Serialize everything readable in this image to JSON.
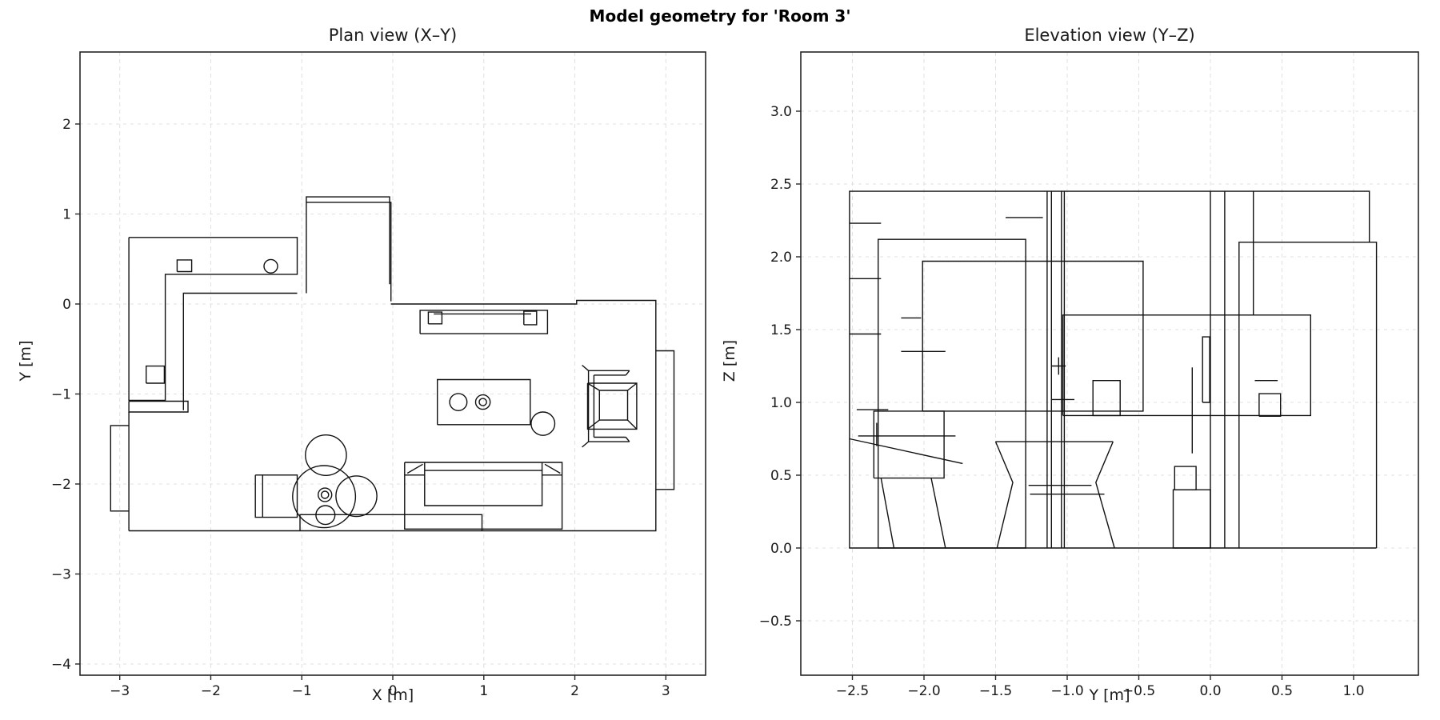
{
  "figure": {
    "suptitle": "Model geometry for 'Room 3'",
    "background": "#ffffff",
    "line_color": "#111111",
    "spine_color": "#262626",
    "grid_color": "#e0e0e0"
  },
  "chart_data": [
    {
      "type": "line",
      "title": "Plan view (X–Y)",
      "xlabel": "X [m]",
      "ylabel": "Y [m]",
      "xlim": [
        -3.44,
        3.44
      ],
      "ylim": [
        -4.12,
        2.8
      ],
      "grid": true,
      "legend": "none",
      "xticks": [
        -3,
        -2,
        -1,
        0,
        1,
        2,
        3
      ],
      "xtick_labels": [
        "−3",
        "−2",
        "−1",
        "0",
        "1",
        "2",
        "3"
      ],
      "yticks": [
        -4,
        -3,
        -2,
        -1,
        0,
        1,
        2
      ],
      "ytick_labels": [
        "−4",
        "−3",
        "−2",
        "−1",
        "0",
        "1",
        "2"
      ],
      "polylines": [
        [
          [
            -2.9,
            0.74
          ],
          [
            -1.05,
            0.74
          ],
          [
            -1.05,
            0.33
          ],
          [
            -2.5,
            0.33
          ],
          [
            -2.5,
            -1.07
          ],
          [
            -2.9,
            -1.07
          ],
          [
            -2.9,
            0.74
          ]
        ],
        [
          [
            -1.05,
            0.12
          ],
          [
            -2.3,
            0.12
          ],
          [
            -2.3,
            -1.18
          ]
        ],
        [
          [
            -2.9,
            -1.08
          ],
          [
            -2.25,
            -1.08
          ],
          [
            -2.25,
            -1.2
          ],
          [
            -2.9,
            -1.2
          ],
          [
            -2.9,
            -1.08
          ]
        ],
        [
          [
            -2.9,
            -1.2
          ],
          [
            -2.9,
            -2.52
          ]
        ],
        [
          [
            -2.9,
            -1.35
          ],
          [
            -3.1,
            -1.35
          ],
          [
            -3.1,
            -2.3
          ],
          [
            -2.9,
            -2.3
          ]
        ],
        [
          [
            -0.95,
            0.12
          ],
          [
            -0.95,
            1.19
          ],
          [
            -0.035,
            1.19
          ],
          [
            -0.035,
            0.22
          ]
        ],
        [
          [
            -0.95,
            1.13
          ],
          [
            -0.02,
            1.13
          ],
          [
            -0.02,
            0.03
          ]
        ],
        [
          [
            -0.02,
            0.0
          ],
          [
            2.02,
            0.0
          ],
          [
            2.02,
            0.04
          ],
          [
            2.89,
            0.04
          ],
          [
            2.89,
            -2.52
          ],
          [
            -2.9,
            -2.52
          ]
        ],
        [
          [
            2.89,
            -0.52
          ],
          [
            3.09,
            -0.52
          ],
          [
            3.09,
            -2.06
          ],
          [
            2.89,
            -2.06
          ]
        ],
        [
          [
            -1.02,
            -2.52
          ],
          [
            -1.02,
            -2.34
          ],
          [
            0.98,
            -2.34
          ],
          [
            0.98,
            -2.52
          ]
        ],
        [
          [
            0.3,
            -0.33
          ],
          [
            0.3,
            -0.07
          ],
          [
            1.7,
            -0.07
          ],
          [
            1.7,
            -0.33
          ],
          [
            0.3,
            -0.33
          ]
        ],
        [
          [
            0.39,
            -0.22
          ],
          [
            0.39,
            -0.09
          ],
          [
            0.54,
            -0.09
          ],
          [
            0.54,
            -0.22
          ],
          [
            0.39,
            -0.22
          ]
        ],
        [
          [
            1.44,
            -0.23
          ],
          [
            1.44,
            -0.08
          ],
          [
            1.58,
            -0.08
          ],
          [
            1.58,
            -0.23
          ],
          [
            1.44,
            -0.23
          ]
        ],
        [
          [
            0.45,
            -0.11
          ],
          [
            1.52,
            -0.11
          ]
        ],
        [
          [
            0.13,
            -1.76
          ],
          [
            1.86,
            -1.76
          ],
          [
            1.86,
            -2.5
          ],
          [
            0.13,
            -2.5
          ],
          [
            0.13,
            -1.76
          ]
        ],
        [
          [
            0.35,
            -1.85
          ],
          [
            1.64,
            -1.85
          ],
          [
            1.64,
            -2.24
          ],
          [
            0.35,
            -2.24
          ],
          [
            0.35,
            -1.85
          ]
        ],
        [
          [
            0.35,
            -1.76
          ],
          [
            0.35,
            -1.85
          ]
        ],
        [
          [
            1.64,
            -1.76
          ],
          [
            1.64,
            -1.85
          ]
        ],
        [
          [
            0.13,
            -1.9
          ],
          [
            0.35,
            -1.9
          ]
        ],
        [
          [
            1.64,
            -1.9
          ],
          [
            1.86,
            -1.9
          ]
        ],
        [
          [
            0.16,
            -1.88
          ],
          [
            0.33,
            -1.78
          ]
        ],
        [
          [
            1.67,
            -1.78
          ],
          [
            1.84,
            -1.88
          ]
        ],
        [
          [
            -1.51,
            -1.9
          ],
          [
            -1.05,
            -1.9
          ],
          [
            -1.05,
            -2.37
          ],
          [
            -1.51,
            -2.37
          ],
          [
            -1.51,
            -1.9
          ]
        ],
        [
          [
            -1.43,
            -1.9
          ],
          [
            -1.43,
            -2.37
          ]
        ],
        [
          [
            -2.37,
            0.36
          ],
          [
            -2.37,
            0.49
          ],
          [
            -2.21,
            0.49
          ],
          [
            -2.21,
            0.36
          ],
          [
            -2.37,
            0.36
          ]
        ],
        [
          [
            -2.71,
            -0.88
          ],
          [
            -2.71,
            -0.69
          ],
          [
            -2.51,
            -0.69
          ],
          [
            -2.51,
            -0.88
          ],
          [
            -2.71,
            -0.88
          ]
        ],
        [
          [
            0.49,
            -1.34
          ],
          [
            0.49,
            -0.84
          ],
          [
            1.51,
            -0.84
          ],
          [
            1.51,
            -1.34
          ],
          [
            0.49,
            -1.34
          ]
        ],
        [
          [
            2.15,
            -0.74
          ],
          [
            2.15,
            -1.53
          ]
        ],
        [
          [
            2.21,
            -0.79
          ],
          [
            2.21,
            -1.48
          ]
        ],
        [
          [
            2.15,
            -0.74
          ],
          [
            2.08,
            -0.68
          ]
        ],
        [
          [
            2.15,
            -1.53
          ],
          [
            2.08,
            -1.59
          ]
        ],
        [
          [
            2.15,
            -0.74
          ],
          [
            2.6,
            -0.74
          ]
        ],
        [
          [
            2.21,
            -0.79
          ],
          [
            2.56,
            -0.79
          ]
        ],
        [
          [
            2.6,
            -0.74
          ],
          [
            2.56,
            -0.79
          ]
        ],
        [
          [
            2.15,
            -1.53
          ],
          [
            2.6,
            -1.53
          ]
        ],
        [
          [
            2.21,
            -1.48
          ],
          [
            2.56,
            -1.48
          ]
        ],
        [
          [
            2.6,
            -1.53
          ],
          [
            2.56,
            -1.48
          ]
        ],
        [
          [
            2.14,
            -0.88
          ],
          [
            2.68,
            -0.88
          ],
          [
            2.68,
            -1.39
          ],
          [
            2.14,
            -1.39
          ],
          [
            2.14,
            -0.88
          ]
        ],
        [
          [
            2.27,
            -0.96
          ],
          [
            2.58,
            -0.96
          ],
          [
            2.58,
            -1.29
          ],
          [
            2.27,
            -1.29
          ],
          [
            2.27,
            -0.96
          ]
        ],
        [
          [
            2.14,
            -0.88
          ],
          [
            2.27,
            -0.96
          ]
        ],
        [
          [
            2.68,
            -0.88
          ],
          [
            2.58,
            -0.96
          ]
        ],
        [
          [
            2.68,
            -1.39
          ],
          [
            2.58,
            -1.29
          ]
        ],
        [
          [
            2.14,
            -1.39
          ],
          [
            2.27,
            -1.29
          ]
        ]
      ],
      "circles": [
        {
          "cx": -1.34,
          "cy": 0.42,
          "r": 0.075
        },
        {
          "cx": 0.72,
          "cy": -1.09,
          "r": 0.095
        },
        {
          "cx": 0.99,
          "cy": -1.09,
          "r": 0.08
        },
        {
          "cx": 0.99,
          "cy": -1.09,
          "r": 0.04
        },
        {
          "cx": 1.65,
          "cy": -1.33,
          "r": 0.13
        },
        {
          "cx": -0.735,
          "cy": -1.68,
          "r": 0.225
        },
        {
          "cx": -0.755,
          "cy": -2.14,
          "r": 0.345
        },
        {
          "cx": -0.4,
          "cy": -2.135,
          "r": 0.225
        },
        {
          "cx": -0.745,
          "cy": -2.12,
          "r": 0.075
        },
        {
          "cx": -0.745,
          "cy": -2.12,
          "r": 0.04
        },
        {
          "cx": -0.74,
          "cy": -2.345,
          "r": 0.105
        }
      ]
    },
    {
      "type": "line",
      "title": "Elevation view (Y–Z)",
      "xlabel": "Y [m]",
      "ylabel": "Z [m]",
      "xlim": [
        -2.86,
        1.45
      ],
      "ylim": [
        -0.87,
        3.41
      ],
      "grid": true,
      "legend": "none",
      "xticks": [
        -2.5,
        -2.0,
        -1.5,
        -1.0,
        -0.5,
        0.0,
        0.5,
        1.0
      ],
      "xtick_labels": [
        "−2.5",
        "−2.0",
        "−1.5",
        "−1.0",
        "−0.5",
        "0.0",
        "0.5",
        "1.0"
      ],
      "yticks": [
        -0.5,
        0.0,
        0.5,
        1.0,
        1.5,
        2.0,
        2.5,
        3.0
      ],
      "ytick_labels": [
        "−0.5",
        "0.0",
        "0.5",
        "1.0",
        "1.5",
        "2.0",
        "2.5",
        "3.0"
      ],
      "polylines": [
        [
          [
            1.11,
            2.1
          ],
          [
            1.11,
            2.45
          ],
          [
            -2.52,
            2.45
          ],
          [
            -2.52,
            0.0
          ],
          [
            1.16,
            0.0
          ]
        ],
        [
          [
            0.2,
            0.0
          ],
          [
            0.2,
            2.1
          ],
          [
            1.16,
            2.1
          ],
          [
            1.16,
            0.0
          ]
        ],
        [
          [
            -2.32,
            0.0
          ],
          [
            -2.32,
            2.12
          ],
          [
            -1.29,
            2.12
          ],
          [
            -1.29,
            0.0
          ],
          [
            -2.32,
            0.0
          ]
        ],
        [
          [
            -2.01,
            0.94
          ],
          [
            -2.01,
            1.97
          ],
          [
            -0.47,
            1.97
          ],
          [
            -0.47,
            0.94
          ],
          [
            -2.01,
            0.94
          ]
        ],
        [
          [
            -1.03,
            0.91
          ],
          [
            -1.03,
            1.6
          ],
          [
            0.7,
            1.6
          ],
          [
            0.7,
            0.91
          ],
          [
            -1.03,
            0.91
          ]
        ],
        [
          [
            -1.14,
            0.0
          ],
          [
            -1.14,
            2.45
          ]
        ],
        [
          [
            -1.11,
            0.0
          ],
          [
            -1.11,
            2.45
          ]
        ],
        [
          [
            -1.04,
            0.0
          ],
          [
            -1.04,
            2.45
          ]
        ],
        [
          [
            -1.02,
            0.0
          ],
          [
            -1.02,
            2.45
          ]
        ],
        [
          [
            0.0,
            0.0
          ],
          [
            0.0,
            2.45
          ]
        ],
        [
          [
            0.1,
            0.0
          ],
          [
            0.1,
            2.45
          ]
        ],
        [
          [
            -0.82,
            0.91
          ],
          [
            -0.82,
            1.15
          ],
          [
            -0.63,
            1.15
          ],
          [
            -0.63,
            0.91
          ],
          [
            -0.82,
            0.91
          ]
        ],
        [
          [
            -1.11,
            1.25
          ],
          [
            -1.01,
            1.25
          ]
        ],
        [
          [
            -1.06,
            1.19
          ],
          [
            -1.06,
            1.31
          ]
        ],
        [
          [
            -1.11,
            1.02
          ],
          [
            -0.95,
            1.02
          ]
        ],
        [
          [
            -2.52,
            2.23
          ],
          [
            -2.3,
            2.23
          ]
        ],
        [
          [
            -2.52,
            1.85
          ],
          [
            -2.3,
            1.85
          ]
        ],
        [
          [
            -2.52,
            1.47
          ],
          [
            -2.3,
            1.47
          ]
        ],
        [
          [
            -2.47,
            0.95
          ],
          [
            -2.25,
            0.95
          ]
        ],
        [
          [
            -2.16,
            1.58
          ],
          [
            -2.02,
            1.58
          ]
        ],
        [
          [
            -2.16,
            1.35
          ],
          [
            -1.85,
            1.35
          ]
        ],
        [
          [
            -1.43,
            2.27
          ],
          [
            -1.17,
            2.27
          ]
        ],
        [
          [
            -2.35,
            0.48
          ],
          [
            -2.35,
            0.94
          ],
          [
            -1.86,
            0.94
          ],
          [
            -1.86,
            0.48
          ],
          [
            -2.35,
            0.48
          ]
        ],
        [
          [
            -2.52,
            0.75
          ],
          [
            -1.73,
            0.58
          ]
        ],
        [
          [
            -2.46,
            0.77
          ],
          [
            -1.78,
            0.77
          ]
        ],
        [
          [
            -2.33,
            0.7
          ],
          [
            -2.33,
            0.86
          ]
        ],
        [
          [
            -2.3,
            0.48
          ],
          [
            -2.21,
            0.0
          ]
        ],
        [
          [
            -1.95,
            0.48
          ],
          [
            -1.85,
            0.0
          ]
        ],
        [
          [
            -1.5,
            0.73
          ],
          [
            -0.68,
            0.73
          ]
        ],
        [
          [
            -1.5,
            0.73
          ],
          [
            -1.38,
            0.45
          ],
          [
            -1.49,
            0.0
          ]
        ],
        [
          [
            -0.68,
            0.73
          ],
          [
            -0.8,
            0.45
          ],
          [
            -0.67,
            0.0
          ]
        ],
        [
          [
            -1.27,
            0.43
          ],
          [
            -0.83,
            0.43
          ]
        ],
        [
          [
            -1.26,
            0.37
          ],
          [
            -0.74,
            0.37
          ]
        ],
        [
          [
            -0.26,
            0.0
          ],
          [
            -0.26,
            0.4
          ],
          [
            0.0,
            0.4
          ],
          [
            0.0,
            0.0
          ],
          [
            -0.26,
            0.0
          ]
        ],
        [
          [
            -0.25,
            0.4
          ],
          [
            -0.25,
            0.56
          ],
          [
            -0.1,
            0.56
          ],
          [
            -0.1,
            0.4
          ],
          [
            -0.25,
            0.4
          ]
        ],
        [
          [
            -0.127,
            0.65
          ],
          [
            -0.127,
            1.24
          ]
        ],
        [
          [
            -0.055,
            1.0
          ],
          [
            -0.055,
            1.45
          ],
          [
            -0.005,
            1.45
          ],
          [
            -0.005,
            1.0
          ],
          [
            -0.055,
            1.0
          ]
        ],
        [
          [
            0.31,
            1.15
          ],
          [
            0.47,
            1.15
          ]
        ],
        [
          [
            0.34,
            0.905
          ],
          [
            0.34,
            1.06
          ],
          [
            0.49,
            1.06
          ],
          [
            0.49,
            0.905
          ],
          [
            0.34,
            0.905
          ]
        ],
        [
          [
            0.3,
            1.6
          ],
          [
            0.3,
            2.45
          ]
        ]
      ],
      "circles": []
    }
  ]
}
